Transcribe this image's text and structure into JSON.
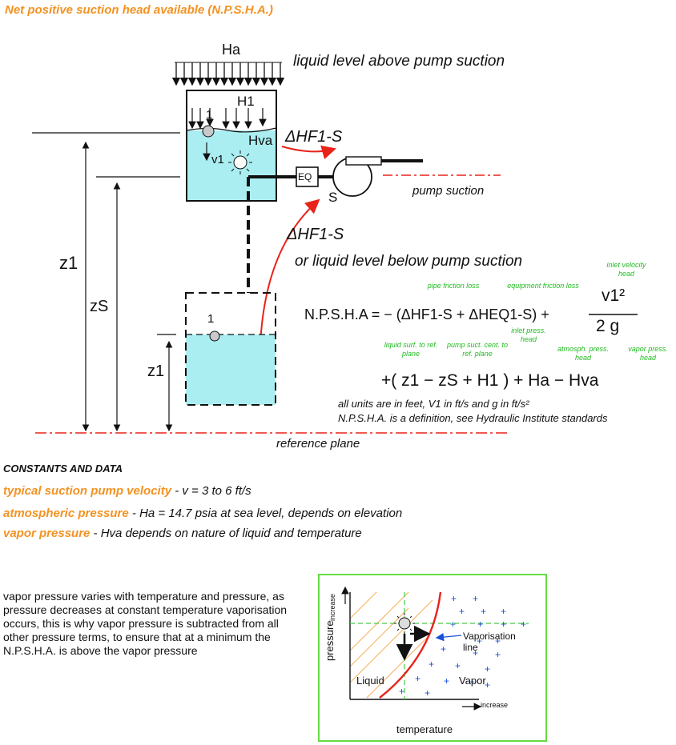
{
  "title": "Net positive suction head available (N.P.S.H.A.)",
  "diagram": {
    "ha_label": "Ha",
    "liquid_above": "liquid level above pump suction",
    "h1_label": "H1",
    "pt1_label": "1",
    "v1_label": "v1",
    "hva_label": "Hva",
    "dhf_label_top": "ΔHF1-S",
    "dhf_label_bottom": "ΔHF1-S",
    "eq_label": "EQ",
    "s_label": "S",
    "pump_suction": "pump suction",
    "liquid_below": "or liquid level below pump suction",
    "z1_label": "z1",
    "zs_label": "zS",
    "z1_lower_label": "z1",
    "pt1_lower_label": "1",
    "reference_plane": "reference plane"
  },
  "equation": {
    "lhs": "N.P.S.H.A = − (ΔHF1-S + ΔHEQ1-S) +",
    "frac_num": "v1²",
    "frac_den": "2 g",
    "line2": "+( z1 − zS + H1 ) + Ha − Hva",
    "notes": {
      "inlet_velocity": "inlet velocity head",
      "pipe_friction": "pipe friction loss",
      "equipment_friction": "equipment friction loss",
      "inlet_press": "inlet press. head",
      "liquid_surf": "liquid surf. to ref. plane",
      "pump_suct": "pump suct. cent. to ref. plane",
      "atmosph": "atmosph. press. head",
      "vapor_press": "vapor press. head"
    },
    "units_note": "all units are in feet, V1 in ft/s and g in ft/s²",
    "definition_note": "N.P.S.H.A. is a definition, see Hydraulic Institute standards"
  },
  "constants": {
    "header": "CONSTANTS AND DATA",
    "items": [
      {
        "key": "typical suction pump velocity",
        "value": " - v = 3 to 6 ft/s"
      },
      {
        "key": "atmospheric pressure",
        "value": " - Ha = 14.7 psia at sea level, depends on elevation"
      },
      {
        "key": "vapor pressure",
        "value": " - Hva depends on nature of liquid and temperature"
      }
    ]
  },
  "explanation": "vapor pressure varies with temperature and pressure, as pressure decreases at constant temperature vaporisation occurs, this is why vapor pressure is subtracted from all other pressure terms, to ensure that at a minimum the N.P.S.H.A. is above the vapor pressure",
  "phase_chart": {
    "y_axis": "pressure",
    "y_increase": "increase",
    "x_axis": "temperature",
    "x_increase": "increase",
    "liquid": "Liquid",
    "vapor": "Vapor",
    "vaporisation_line": "Vaporisation line"
  },
  "colors": {
    "orange": "#f39222",
    "red": "#e8231a",
    "liquid": "#aaeef2",
    "green": "#22bb22",
    "blue": "#1a4fd8",
    "chart_border": "#66dd44"
  }
}
